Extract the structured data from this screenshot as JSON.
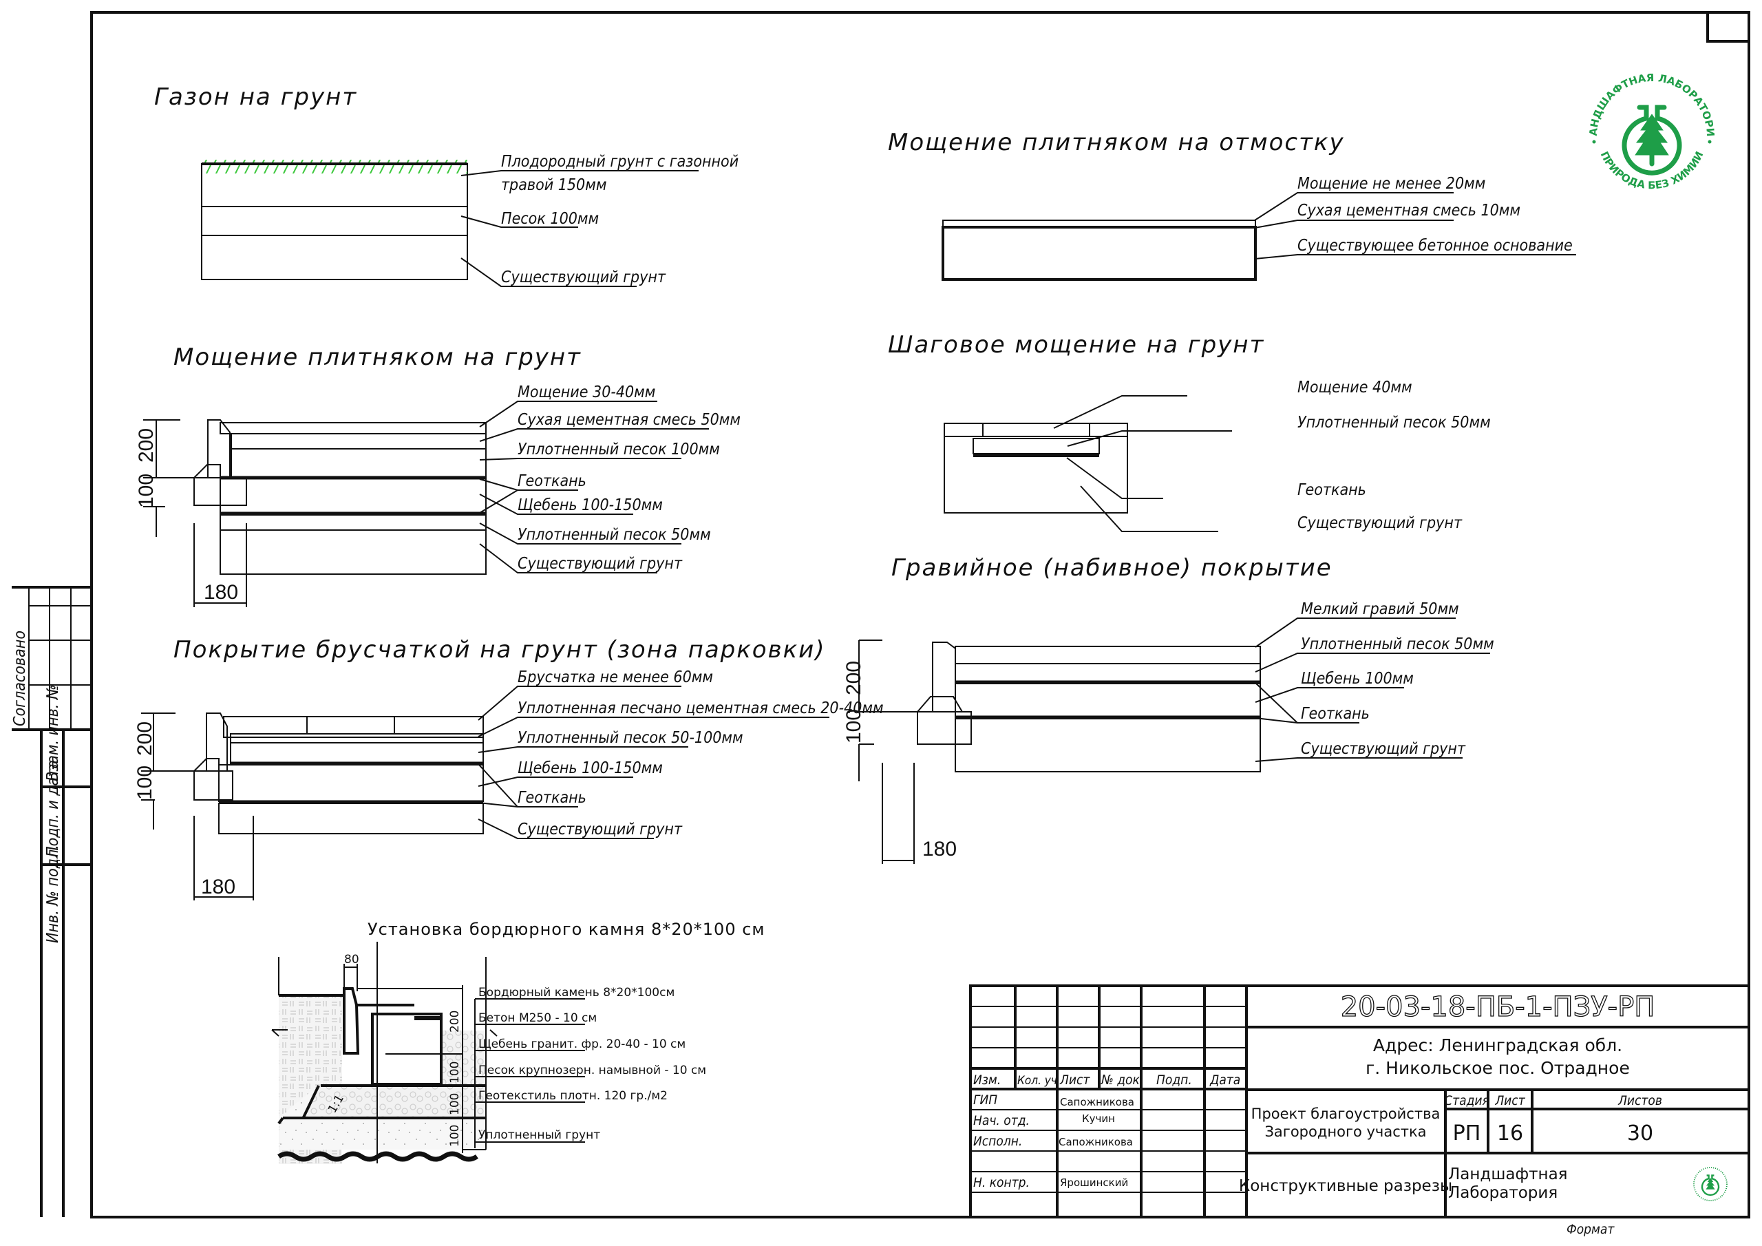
{
  "sections": {
    "lawn": {
      "title": "Газон на грунт",
      "labels": [
        "Плодородный грунт с газонной",
        "травой 150мм",
        "Песок 100мм",
        "Существующий грунт"
      ]
    },
    "flagstone_ground": {
      "title": "Мощение плитняком на грунт",
      "labels": [
        "Мощение 30-40мм",
        "Сухая цементная смесь 50мм",
        "Уплотненный песок 100мм",
        "Геоткань",
        "Щебень 100-150мм",
        "Уплотненный песок 50мм",
        "Существующий грунт"
      ],
      "dims": {
        "h1": "200",
        "h2": "100",
        "w": "180"
      }
    },
    "paving_parking": {
      "title": "Покрытие брусчаткой на грунт (зона парковки)",
      "labels": [
        "Брусчатка не менее 60мм",
        "Уплотненная песчано цементная смесь 20-40мм",
        "Уплотненный песок 50-100мм",
        "Щебень 100-150мм",
        "Геоткань",
        "Существующий грунт"
      ],
      "dims": {
        "h1": "200",
        "h2": "100",
        "w": "180"
      }
    },
    "flagstone_blind": {
      "title": "Мощение плитняком на отмостку",
      "labels": [
        "Мощение не менее 20мм",
        "Сухая цементная смесь 10мм",
        "Существующее бетонное основание"
      ]
    },
    "step_paving": {
      "title": "Шаговое мощение на грунт",
      "labels": [
        "Мощение 40мм",
        "Уплотненный песок 50мм",
        "Геоткань",
        "Существующий грунт"
      ]
    },
    "gravel": {
      "title": "Гравийное (набивное) покрытие",
      "labels": [
        "Мелкий гравий 50мм",
        "Уплотненный песок 50мм",
        "Щебень 100мм",
        "Геоткань",
        "Существующий грунт"
      ],
      "dims": {
        "h1": "200",
        "h2": "100",
        "w": "180"
      }
    },
    "curb": {
      "title": "Установка бордюрного камня 8*20*100 см",
      "width_dim": "80",
      "side_dims": [
        "200",
        "100",
        "100",
        "100"
      ],
      "slope": "1:1",
      "labels": [
        "Бордюрный камень 8*20*100см",
        "Бетон М250 - 10 см",
        "Щебень гранит. фр. 20-40 - 10 см",
        "Песок крупнозерн. намывной - 10 см",
        "Геотекстиль плотн. 120 гр./м2",
        "Уплотненный грунт"
      ]
    }
  },
  "logo": {
    "top_text": "ЛАНДШАФТНАЯ ЛАБОРАТОРИЯ",
    "bottom_text": "ПРИРОДА БЕЗ ХИМИИ",
    "color": "#1E9E48"
  },
  "side_stamp": {
    "agreed": "Согласовано",
    "fields": [
      "Взам. инв. №",
      "Подп. и дата",
      "Инв. № подл."
    ]
  },
  "title_block": {
    "doc_code": "20-03-18-ПБ-1-ПЗУ-РП",
    "address_line1": "Адрес: Ленинградская обл.",
    "address_line2": "г. Никольское пос. Отрадное",
    "project_line1": "Проект благоустройства",
    "project_line2": "Загородного участка",
    "sheet_title": "Конструктивные разрезы",
    "org_line1": "Ландшафтная",
    "org_line2": "Лаборатория",
    "headers": [
      "Изм.",
      "Кол. уч",
      "Лист",
      "№ док.",
      "Подп.",
      "Дата"
    ],
    "roles": [
      {
        "role": "ГИП",
        "name": "Сапожникова"
      },
      {
        "role": "Нач. отд.",
        "name": "Кучин"
      },
      {
        "role": "Исполн.",
        "name": "Сапожникова"
      },
      {
        "role": "",
        "name": ""
      },
      {
        "role": "Н. контр.",
        "name": "Ярошинский"
      }
    ],
    "stage_header": "Стадия",
    "sheet_header": "Лист",
    "sheets_header": "Листов",
    "stage": "РП",
    "sheet": "16",
    "sheets": "30",
    "format_label": "Формат"
  },
  "colors": {
    "soil": "#C9965F",
    "sand": "#F8E3A8",
    "cement": "#DCDCDC",
    "gravel_stroke": "#D8BE88",
    "concrete": "#BDBDBD",
    "grass": "#3CC83C"
  }
}
